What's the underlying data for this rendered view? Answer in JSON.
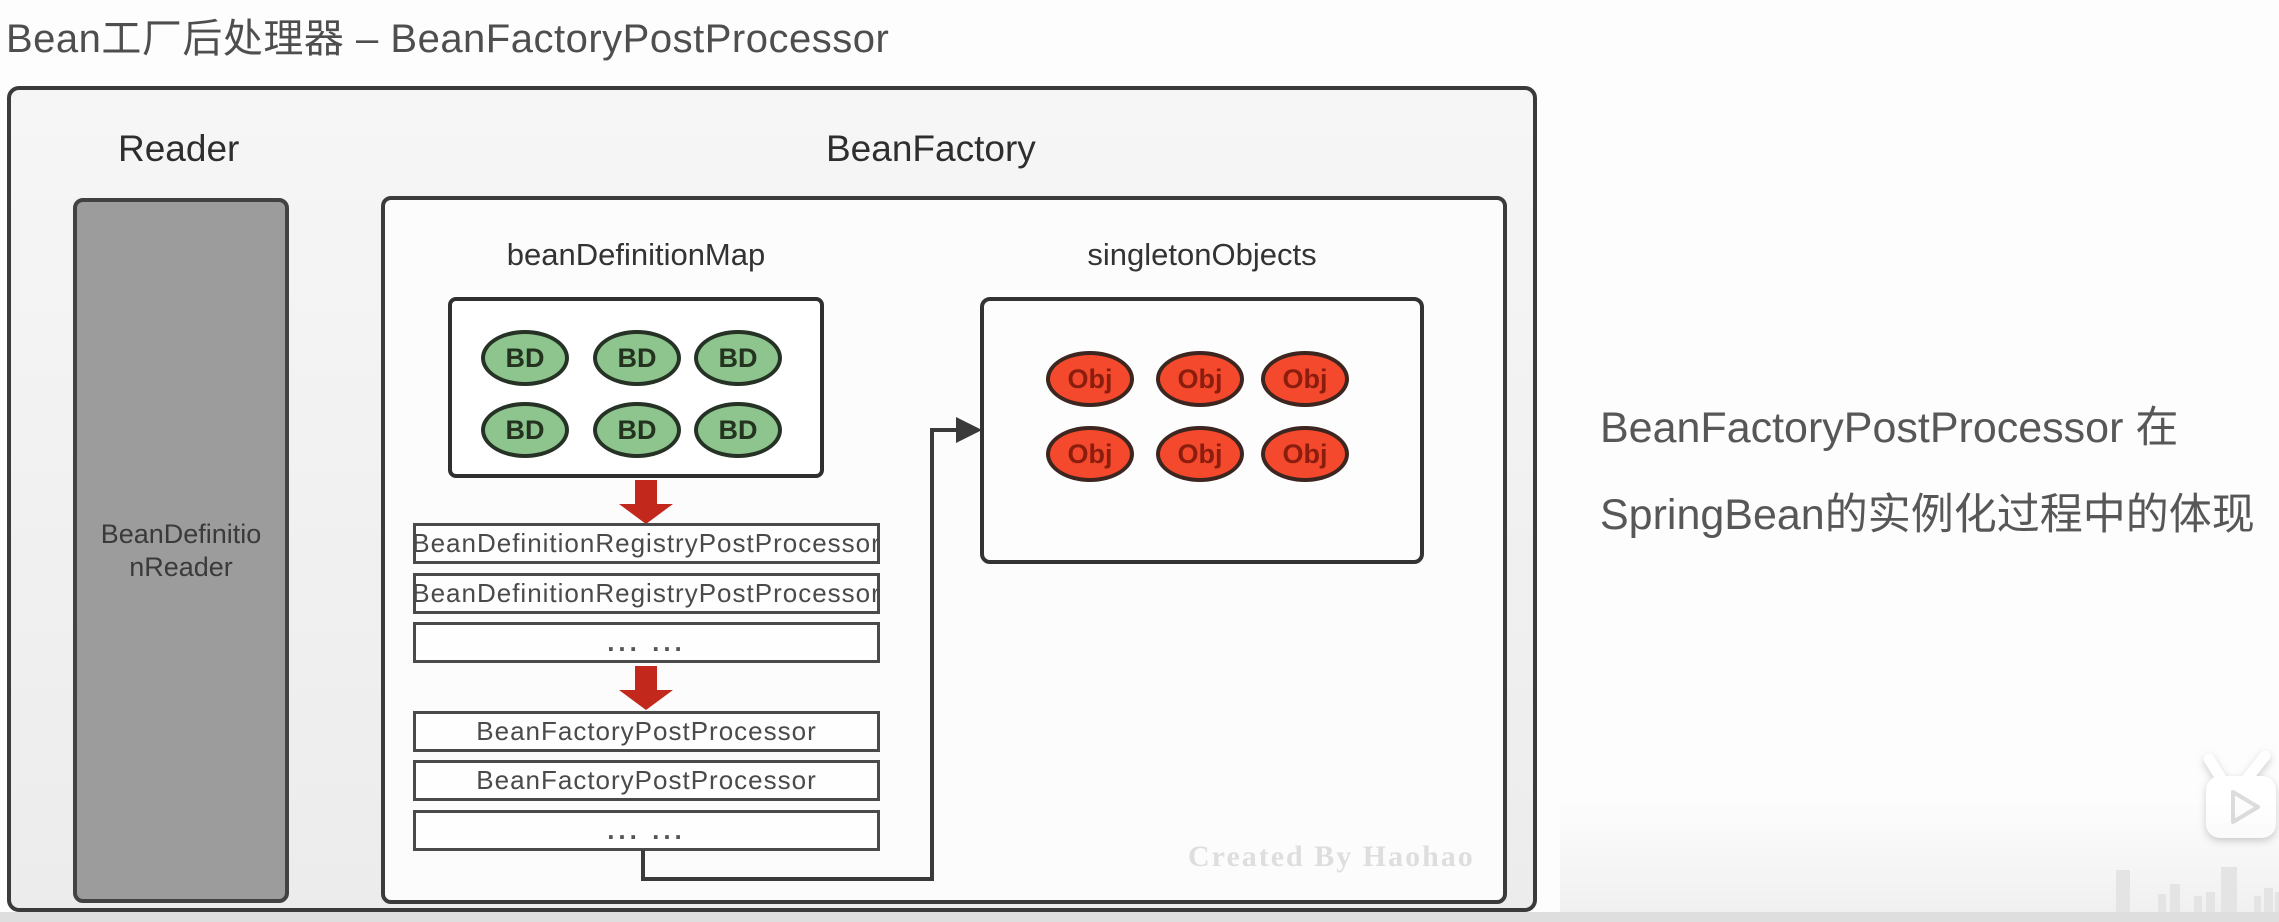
{
  "title": "Bean工厂后处理器 – BeanFactoryPostProcessor",
  "panel": {
    "reader_label": "Reader",
    "beanfactory_label": "BeanFactory"
  },
  "reader_box": {
    "line1": "BeanDefinitio",
    "line2": "nReader"
  },
  "bean_definition_map": {
    "label": "beanDefinitionMap",
    "items": [
      "BD",
      "BD",
      "BD",
      "BD",
      "BD",
      "BD"
    ]
  },
  "singleton_objects": {
    "label": "singletonObjects",
    "items": [
      "Obj",
      "Obj",
      "Obj",
      "Obj",
      "Obj",
      "Obj"
    ]
  },
  "registry_rows": [
    "BeanDefinitionRegistryPostProcessor",
    "BeanDefinitionRegistryPostProcessor",
    "...  ..."
  ],
  "factory_rows": [
    "BeanFactoryPostProcessor",
    "BeanFactoryPostProcessor",
    "...  ..."
  ],
  "note": {
    "line1": "BeanFactoryPostProcessor 在",
    "line2": "SpringBean的实例化过程中的体现"
  },
  "watermark": "Created By Haohao",
  "colors": {
    "bd_green": "#8ec48e",
    "obj_red": "#f4492c",
    "arrow_red": "#c3281d"
  }
}
